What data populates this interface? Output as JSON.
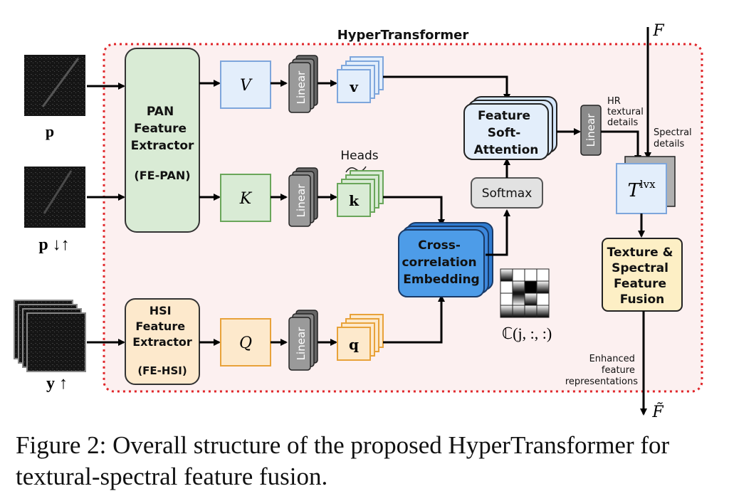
{
  "title": "HyperTransformer",
  "inputs": {
    "pan": "p",
    "pan_low": "p ↓↑",
    "hsi": "y ↑"
  },
  "extractors": {
    "pan": {
      "lines": [
        "PAN",
        "Feature",
        "Extractor"
      ],
      "abbr": "(FE-PAN)"
    },
    "hsi": {
      "lines": [
        "HSI",
        "Feature",
        "Extractor"
      ],
      "abbr": "(FE-HSI)"
    }
  },
  "projections": {
    "v": "V",
    "k": "K",
    "q": "Q"
  },
  "linear_label": "Linear",
  "tokens": {
    "v": "v",
    "k": "k",
    "q": "q"
  },
  "heads_label": "Heads",
  "cross_correlation": [
    "Cross-",
    "correlation",
    "Embedding"
  ],
  "softmax": "Softmax",
  "soft_attention": [
    "Feature",
    "Soft-",
    "Attention"
  ],
  "matrix_label": "ℂ(j, :, :)",
  "hr_details": [
    "HR",
    "textural",
    "details"
  ],
  "spectral_details": [
    "Spectral",
    "details"
  ],
  "feature_in": "F",
  "t_lvx": {
    "base": "T",
    "sup": "lvx"
  },
  "fusion": [
    "Texture &",
    "Spectral",
    "Feature",
    "Fusion"
  ],
  "enhanced": [
    "Enhanced",
    "feature",
    "representations"
  ],
  "feature_out": "F̃",
  "caption": "Figure 2: Overall structure of the proposed HyperTransformer for textural-spectral feature fusion.",
  "colors": {
    "dotted_border": "#e0262a",
    "region_fill": "#fcf0f0",
    "green_fill": "#d9ebd5",
    "green_stroke": "#6aa65a",
    "blue_fill": "#e3eefb",
    "blue_stroke": "#7ea6dc",
    "orange_fill": "#fde9cc",
    "orange_stroke": "#e8a23a",
    "bright_blue": "#4d9ce8",
    "softmax_fill": "#e2e2e2"
  }
}
